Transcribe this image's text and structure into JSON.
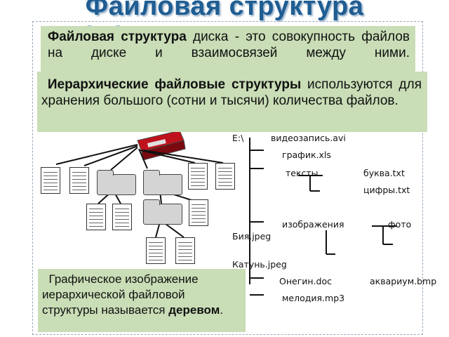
{
  "title": {
    "line1": "Файловая структура",
    "line2": "диска"
  },
  "definition": {
    "term": "Файловая структура",
    "text": " диска - это совокупность файлов на диске и взаимосвязей между ними."
  },
  "hierarchy": {
    "term": "Иерархические файловые структуры",
    "text": " используются для хранения большого (сотни и тысячи) количества файлов."
  },
  "caption": {
    "text": "Графическое изображение иерархической файловой структуры называется ",
    "term": "деревом",
    "end": "."
  },
  "tree": {
    "root": "E:\\",
    "video": "видеозапись.avi",
    "graph": "график.xls",
    "texts": "тексты",
    "bukva": "буква.txt",
    "cifry": "цифры.txt",
    "images": "изображения",
    "foto": "фото",
    "biya": "Бия.jpeg",
    "katun": "Катунь.jpeg",
    "onegin": "Онегин.doc",
    "aquarium": "аквариум.bmp",
    "melody": "мелодия.mp3"
  },
  "colors": {
    "title": "#1f5d92",
    "box": "#c9ddb6",
    "drive": "#c0121c"
  }
}
